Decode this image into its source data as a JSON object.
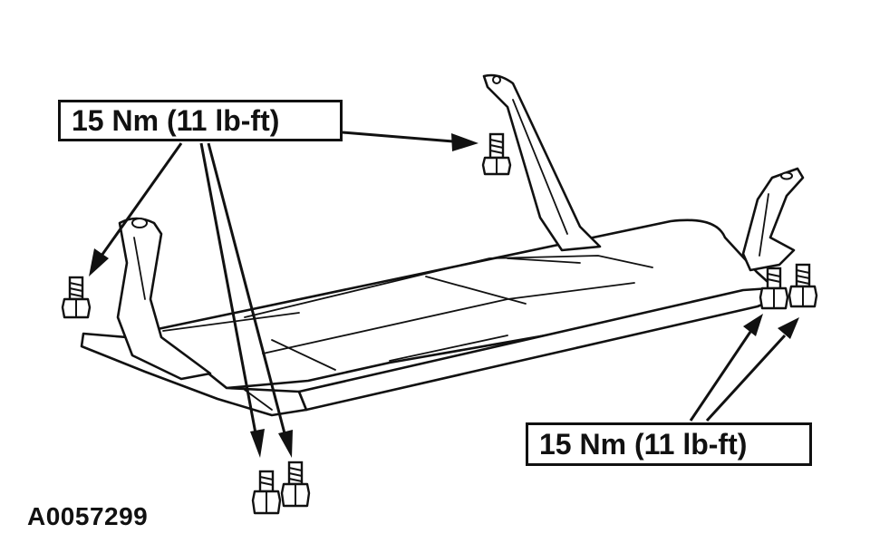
{
  "figure": {
    "id_label": "A0057299"
  },
  "callouts": {
    "top_torque": "15 Nm (11 lb-ft)",
    "bottom_torque": "15 Nm (11 lb-ft)"
  }
}
